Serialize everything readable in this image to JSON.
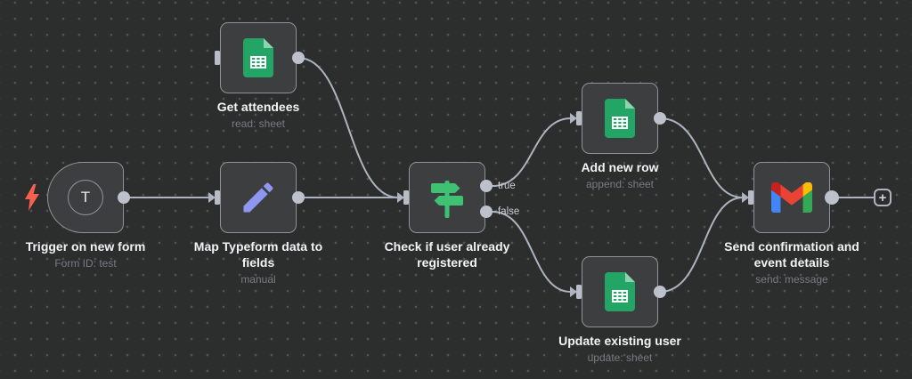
{
  "workflow": {
    "canvas_bg": "#2c2d2d",
    "wire_color": "#aeb4bf",
    "node_bg": "#3d3e40",
    "node_border": "#90929a"
  },
  "nodes": [
    {
      "title": "Trigger on new form",
      "subtitle": "Form ID: test",
      "icon": "form-trigger",
      "badge": "T",
      "kind": "trigger"
    },
    {
      "title": "Get attendees",
      "subtitle": "read: sheet",
      "icon": "google-sheets"
    },
    {
      "title": "Map Typeform data to fields",
      "subtitle": "manual",
      "icon": "pencil"
    },
    {
      "title": "Check if user already registered",
      "icon": "switch-signpost",
      "output_labels": [
        "true",
        "false"
      ]
    },
    {
      "title": "Add new row",
      "subtitle": "append: sheet",
      "icon": "google-sheets"
    },
    {
      "title": "Update existing user",
      "subtitle": "update: sheet",
      "icon": "google-sheets"
    },
    {
      "title": "Send confirmation and event details",
      "subtitle": "send: message",
      "icon": "gmail"
    }
  ],
  "add_node_button": {
    "label": "+"
  },
  "colors": {
    "lightning_bolt": "#f4614e",
    "sheets_green": "#23a566",
    "sheets_fold": "#8ed3b0",
    "pencil_purple": "#8f96f0",
    "signpost_green": "#3fc173",
    "gmail_red": "#ea4335",
    "gmail_blue": "#4285f4",
    "gmail_green": "#34a853",
    "gmail_yellow": "#fbbc04"
  }
}
